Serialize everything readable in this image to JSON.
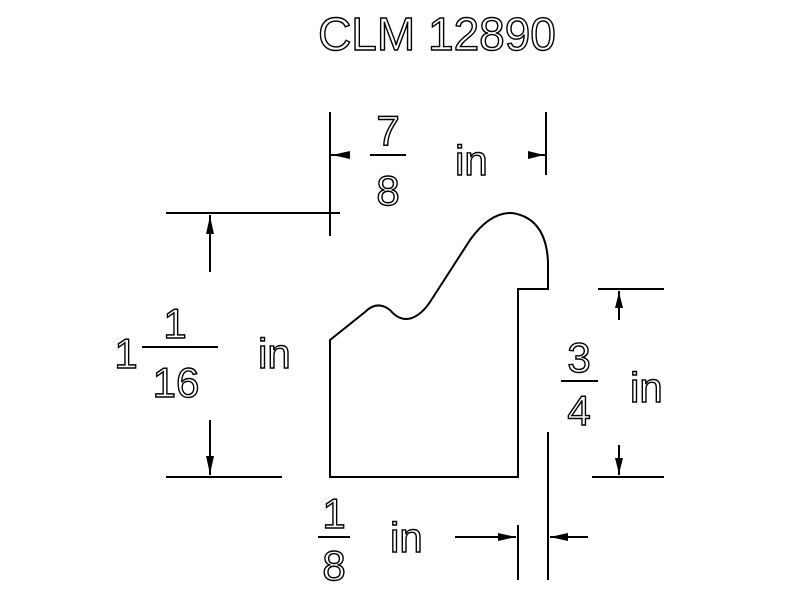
{
  "title": "CLM 12890",
  "dimensions": {
    "top_width": {
      "whole": "",
      "numerator": "7",
      "denominator": "8",
      "unit": "in"
    },
    "left_height": {
      "whole": "1",
      "numerator": "1",
      "denominator": "16",
      "unit": "in"
    },
    "right_height": {
      "whole": "",
      "numerator": "3",
      "denominator": "4",
      "unit": "in"
    },
    "bottom_width": {
      "whole": "",
      "numerator": "1",
      "denominator": "8",
      "unit": "in"
    }
  }
}
